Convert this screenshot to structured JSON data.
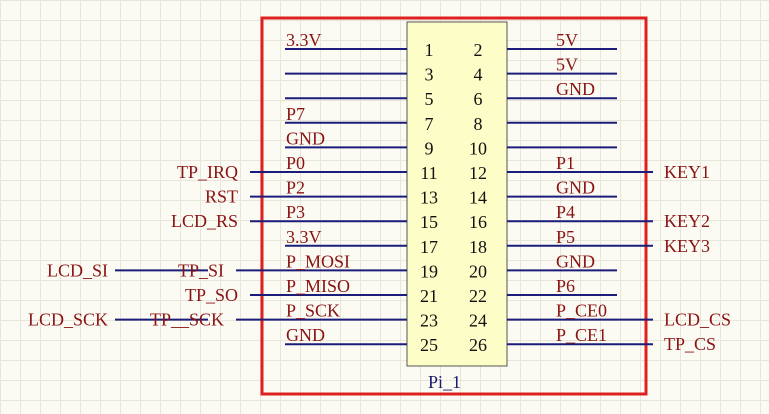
{
  "part": {
    "designator": "Pi_1",
    "border_color": "#e02020",
    "body_fill": "#fdfdc8",
    "body_stroke": "#555555",
    "wire_color": "#1c1c7a",
    "label_color": "#8a1212"
  },
  "rows": [
    {
      "left_pin": "1",
      "right_pin": "2",
      "left_label": "3.3V",
      "right_label": "5V",
      "left_ext": "",
      "right_ext": "",
      "left_ext2": ""
    },
    {
      "left_pin": "3",
      "right_pin": "4",
      "left_label": "",
      "right_label": "5V",
      "left_ext": "",
      "right_ext": "",
      "left_ext2": ""
    },
    {
      "left_pin": "5",
      "right_pin": "6",
      "left_label": "",
      "right_label": "GND",
      "left_ext": "",
      "right_ext": "",
      "left_ext2": ""
    },
    {
      "left_pin": "7",
      "right_pin": "8",
      "left_label": "P7",
      "right_label": "",
      "left_ext": "",
      "right_ext": "",
      "left_ext2": ""
    },
    {
      "left_pin": "9",
      "right_pin": "10",
      "left_label": "GND",
      "right_label": "",
      "left_ext": "",
      "right_ext": "",
      "left_ext2": ""
    },
    {
      "left_pin": "11",
      "right_pin": "12",
      "left_label": "P0",
      "right_label": "P1",
      "left_ext": "TP_IRQ",
      "right_ext": "KEY1",
      "left_ext2": ""
    },
    {
      "left_pin": "13",
      "right_pin": "14",
      "left_label": "P2",
      "right_label": "GND",
      "left_ext": "RST",
      "right_ext": "",
      "left_ext2": ""
    },
    {
      "left_pin": "15",
      "right_pin": "16",
      "left_label": "P3",
      "right_label": "P4",
      "left_ext": "LCD_RS",
      "right_ext": "KEY2",
      "left_ext2": ""
    },
    {
      "left_pin": "17",
      "right_pin": "18",
      "left_label": "3.3V",
      "right_label": "P5",
      "left_ext": "",
      "right_ext": "KEY3",
      "left_ext2": ""
    },
    {
      "left_pin": "19",
      "right_pin": "20",
      "left_label": "P_MOSI",
      "right_label": "GND",
      "left_ext": "TP_SI",
      "right_ext": "",
      "left_ext2": "LCD_SI"
    },
    {
      "left_pin": "21",
      "right_pin": "22",
      "left_label": "P_MISO",
      "right_label": "P6",
      "left_ext": "TP_SO",
      "right_ext": "",
      "left_ext2": ""
    },
    {
      "left_pin": "23",
      "right_pin": "24",
      "left_label": "P_SCK",
      "right_label": "P_CE0",
      "left_ext": "TP__SCK",
      "right_ext": "LCD_CS",
      "left_ext2": "LCD_SCK"
    },
    {
      "left_pin": "25",
      "right_pin": "26",
      "left_label": "GND",
      "right_label": "P_CE1",
      "left_ext": "",
      "right_ext": "TP_CS",
      "left_ext2": ""
    }
  ]
}
